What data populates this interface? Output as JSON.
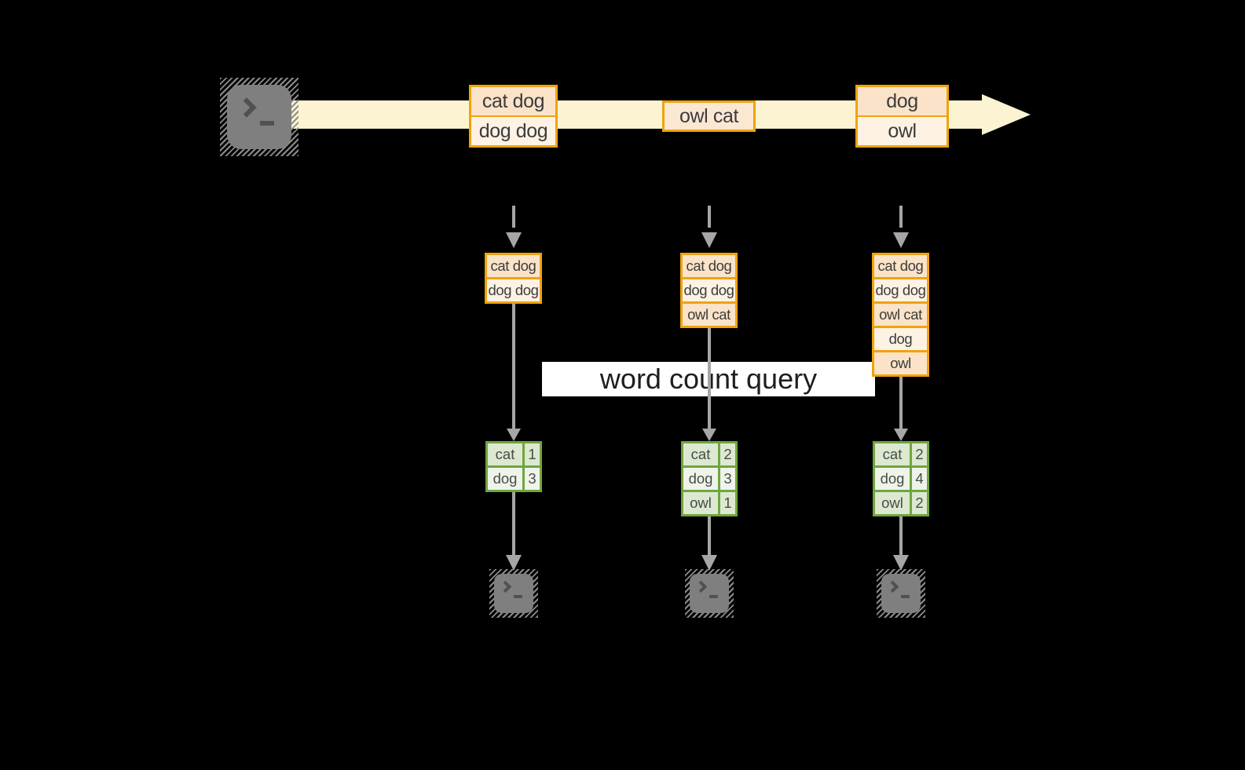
{
  "colors": {
    "background": "#000000",
    "gold": "#efa30d",
    "peach_dark": "#fae3c8",
    "peach_light": "#fdf2e3",
    "peach_mid": "#fbe8d3",
    "stream_cream": "#fcf3d2",
    "green": "#71a540",
    "green_row_dark": "#dce9d0",
    "green_row_light": "#eef4e9",
    "arrow_gray": "#a6a6a6",
    "query_bg": "#ffffff"
  },
  "stream": {
    "events": [
      {
        "lines": [
          "cat dog",
          "dog dog"
        ]
      },
      {
        "lines": [
          "owl cat"
        ]
      },
      {
        "lines": [
          "dog",
          "owl"
        ]
      }
    ]
  },
  "states": [
    {
      "rows": [
        "cat dog",
        "dog dog"
      ]
    },
    {
      "rows": [
        "cat dog",
        "dog dog",
        "owl cat"
      ]
    },
    {
      "rows": [
        "cat dog",
        "dog dog",
        "owl cat",
        "dog",
        "owl"
      ]
    }
  ],
  "query": {
    "label": "word count query"
  },
  "tables": [
    {
      "rows": [
        [
          "cat",
          "1"
        ],
        [
          "dog",
          "3"
        ]
      ]
    },
    {
      "rows": [
        [
          "cat",
          "2"
        ],
        [
          "dog",
          "3"
        ],
        [
          "owl",
          "1"
        ]
      ]
    },
    {
      "rows": [
        [
          "cat",
          "2"
        ],
        [
          "dog",
          "4"
        ],
        [
          "owl",
          "2"
        ]
      ]
    }
  ],
  "icons": {
    "source_terminal": "terminal-icon",
    "sink_terminal": "terminal-icon"
  }
}
